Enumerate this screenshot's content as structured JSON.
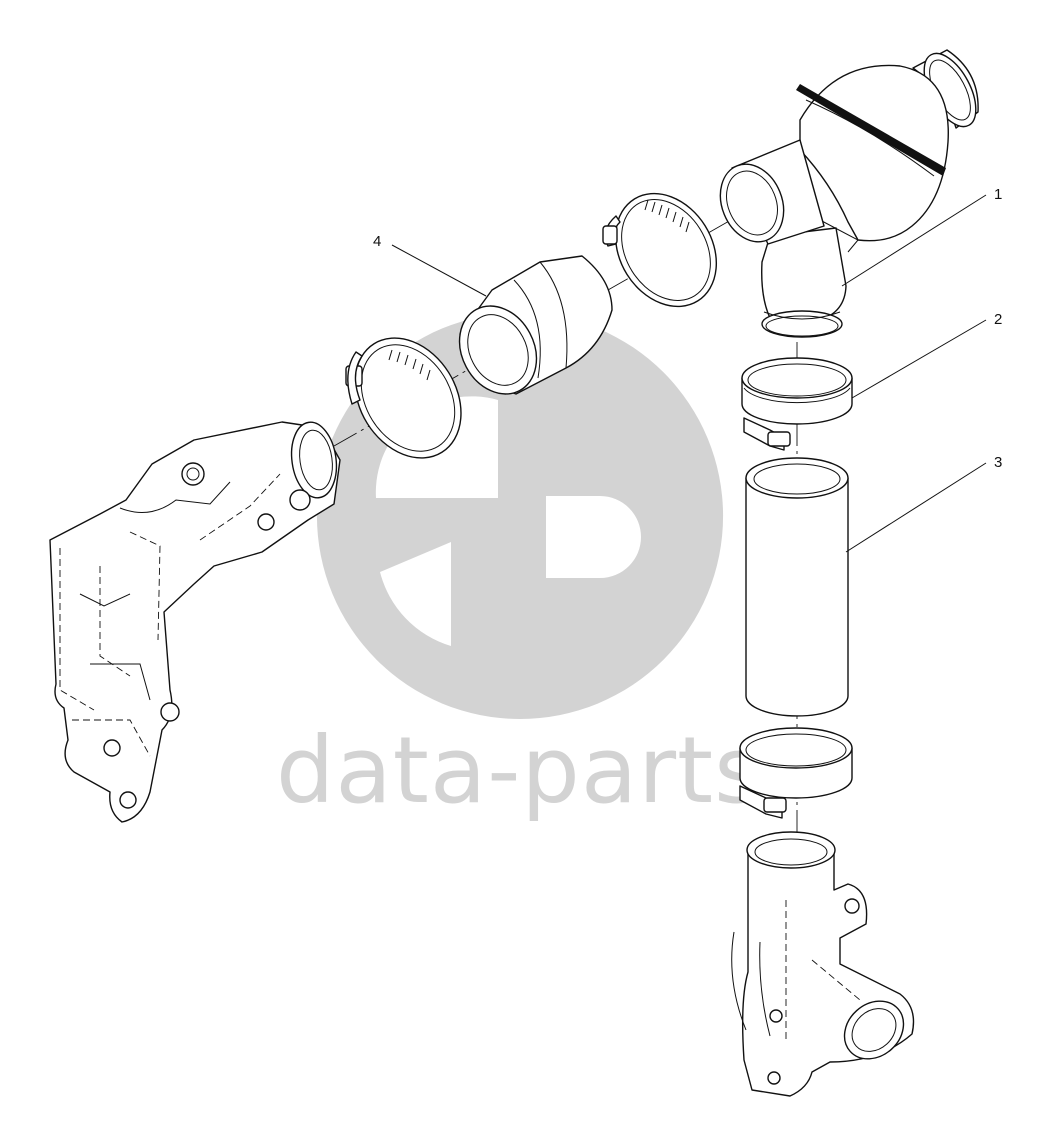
{
  "diagram": {
    "callouts": [
      {
        "id": "1",
        "label": "1"
      },
      {
        "id": "2",
        "label": "2"
      },
      {
        "id": "3",
        "label": "3"
      },
      {
        "id": "4",
        "label": "4"
      }
    ],
    "watermark": {
      "text": "data-parts",
      "color": "#d3d3d3"
    }
  }
}
